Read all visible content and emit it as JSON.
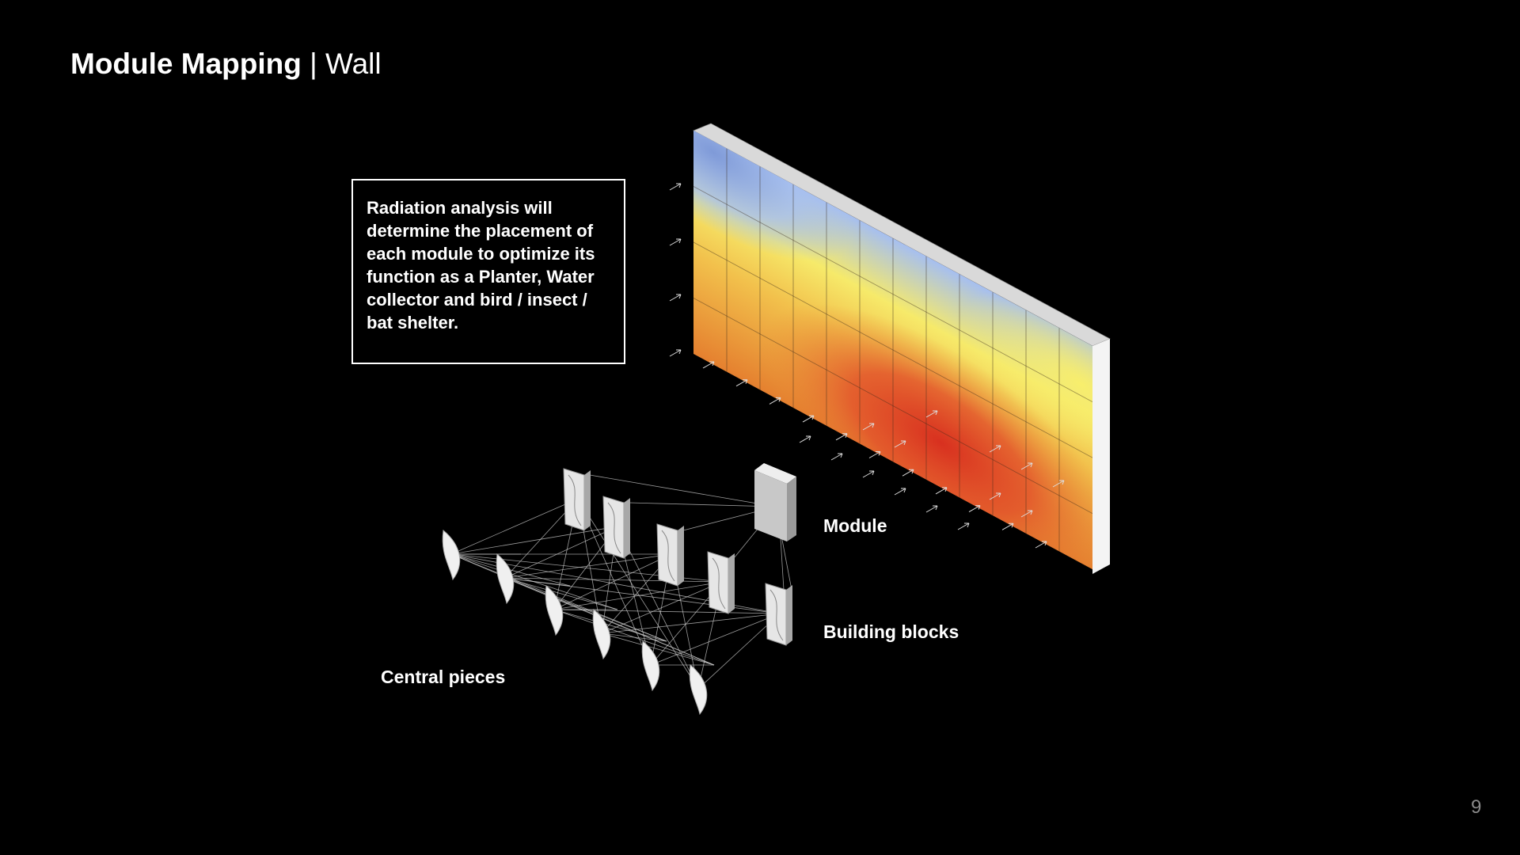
{
  "slide": {
    "title_bold": "Module Mapping",
    "title_sep": " | ",
    "title_light": "Wall",
    "note_text": "Radiation analysis will determine the placement of each module to optimize its function as a Planter, Water collector and bird / insect / bat shelter.",
    "page_number": "9"
  },
  "diagram": {
    "label_module": "Module",
    "label_building_blocks": "Building blocks",
    "label_central_pieces": "Central pieces",
    "wall_columns": 12,
    "wall_rows": 4,
    "colors": {
      "low": "#9fb8ef",
      "mid": "#f7ec6a",
      "high": "#dc3a22",
      "orange": "#e88a35"
    }
  }
}
